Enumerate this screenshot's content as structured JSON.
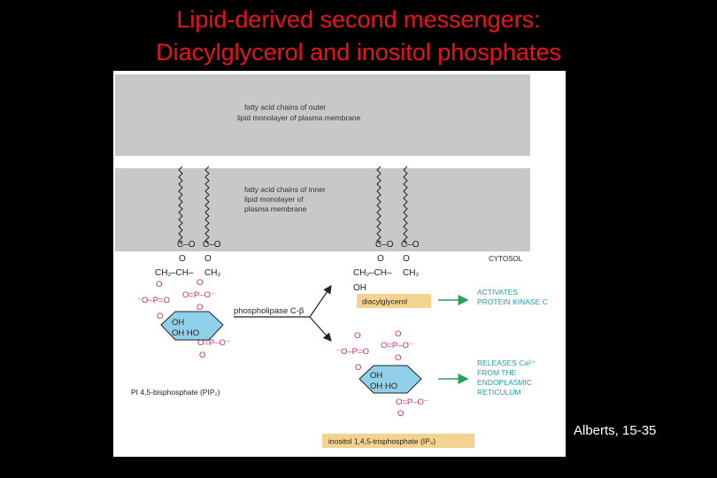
{
  "slide": {
    "title_line1": "Lipid-derived second messengers:",
    "title_line2": "Diacylglycerol and inositol phosphates",
    "credit": "Alberts, 15-35"
  },
  "figure": {
    "outer_band_line1": "fatty acid chains of outer",
    "outer_band_line2": "lipid monolayer of plasma membrane",
    "inner_band_line1": "fatty acid chains of inner",
    "inner_band_line2": "lipid monolayer of",
    "inner_band_line3": "plasma membrane",
    "cytosol": "CYTOSOL",
    "enzyme": "phospholipase C-β",
    "dag_label": "diacylglycerol",
    "pip2_label": "PI 4,5-bisphosphate (PIP₂)",
    "ip3_label": "inositol 1,4,5-trisphosphate (IP₃)",
    "dag_effect_line1": "ACTIVATES",
    "dag_effect_line2": "PROTEIN KINASE C",
    "ip3_effect_line1": "RELEASES Ca²⁺",
    "ip3_effect_line2": "FROM THE",
    "ip3_effect_line3": "ENDOPLASMIC",
    "ip3_effect_line4": "RETICULUM",
    "chem": {
      "co": "C–O",
      "o": "O",
      "ch2_left": "CH₂",
      "ch": "–CH–",
      "ch2_right": "CH₂",
      "oh": "OH",
      "phosphate": "O=P–O⁻",
      "o_minus_p": "⁻O–P=O",
      "ring_oh_oh": "OH",
      "ring_oh_ho": "OH HO"
    },
    "colors": {
      "band": "#c8c8c8",
      "pink": "#c8297a",
      "ring": "#8fd0ea",
      "dag_box": "#f3d38f",
      "arrow_green": "#2a9d5c",
      "effect_text": "#23a0a8",
      "title": "#e8141b"
    }
  }
}
